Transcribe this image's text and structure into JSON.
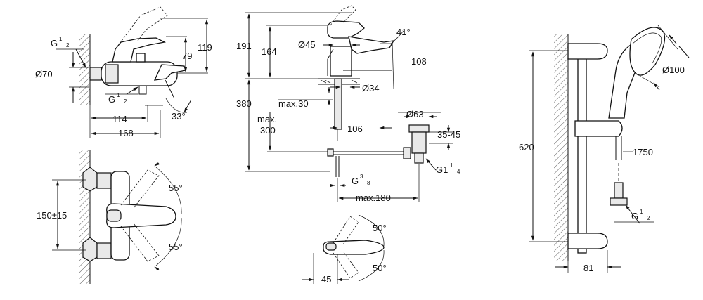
{
  "bath_mixer": {
    "dims": {
      "height_119": "119",
      "height_79": "79",
      "diameter_70": "Ø70",
      "g_half_top_base": "G",
      "g_half_top_num": "1",
      "g_half_top_den": "2",
      "g_half_bottom_base": "G",
      "g_half_bottom_num": "1",
      "g_half_bottom_den": "2",
      "width_114": "114",
      "width_168": "168",
      "angle_33": "33°"
    }
  },
  "bath_mixer_top": {
    "dims": {
      "centers_150": "150±15",
      "angle_55_top": "55°",
      "angle_55_bottom": "55°"
    }
  },
  "basin_mixer": {
    "dims": {
      "height_191": "191",
      "height_164": "164",
      "diameter_45": "Ø45",
      "angle_41": "41°",
      "projection_108": "108",
      "hole_34": "Ø34",
      "max_30": "max.30",
      "height_380": "380",
      "max_label": "max.",
      "max_300": "300",
      "offset_106": "106",
      "waste_63": "Ø63",
      "range_35_45": "35-45",
      "g_38_base": "G",
      "g_38_num": "3",
      "g_38_den": "8",
      "g1_quarter_base": "G1",
      "g1_quarter_num": "1",
      "g1_quarter_den": "4",
      "max_180": "max.180"
    }
  },
  "basin_mixer_top": {
    "dims": {
      "angle_50_top": "50°",
      "angle_50_bottom": "50°",
      "width_45": "45"
    }
  },
  "shower_set": {
    "dims": {
      "diameter_100": "Ø100",
      "height_620": "620",
      "hose_1750": "1750",
      "g_half_base": "G",
      "g_half_num": "1",
      "g_half_den": "2",
      "wall_81": "81"
    }
  }
}
